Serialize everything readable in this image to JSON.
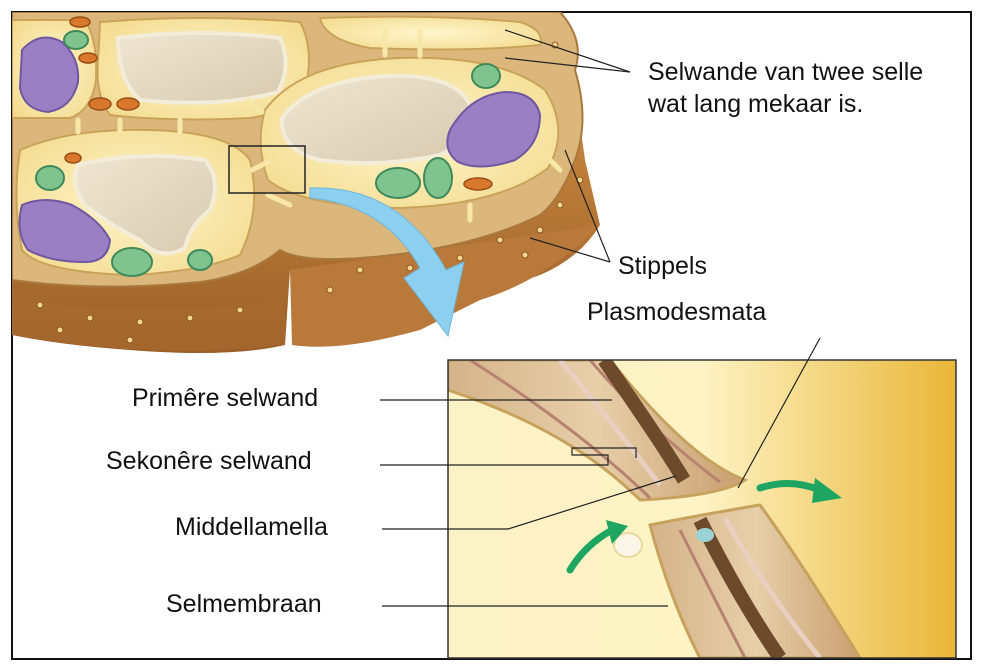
{
  "colors": {
    "wall_brown": "#a7692e",
    "wall_tan": "#cfa86a",
    "cytoplasm_yellow": "#f5e3a0",
    "vacuole": "#e7dcc6",
    "nucleus": "#9a7fc4",
    "chloroplast": "#7fc48f",
    "mitochondrion": "#d7782d",
    "arrow_blue": "#8ccfee",
    "arrow_green": "#1fa562",
    "frame": "#111111"
  },
  "labels": {
    "cell_walls": "Selwande van twee selle wat lang mekaar is.",
    "pits": "Stippels",
    "plasmodesmata": "Plasmodesmata",
    "primary_wall": "Primêre selwand",
    "secondary_wall": "Sekonêre selwand",
    "middle_lamella": "Middellamella",
    "cell_membrane": "Selmembraan"
  },
  "icons": {
    "zoom_arrow": "curved-arrow-down-right",
    "flow_arrows": "curved-arrow"
  }
}
